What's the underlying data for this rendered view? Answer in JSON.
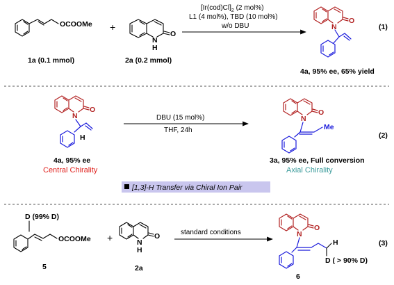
{
  "eq1": {
    "number": "(1)",
    "reactant1_substituent": "OCOOMe",
    "reactant1_label": "1a (0.1 mmol)",
    "plus": "+",
    "reactant2_o": "O",
    "reactant2_n": "N",
    "reactant2_h": "H",
    "reactant2_label": "2a (0.2 mmol)",
    "catalyst": "[Ir(cod)Cl]",
    "catalyst_sub": "2",
    "catalyst_load": " (2 mol%)",
    "ligand_line": "L1 (4 mol%), TBD (10 mol%)",
    "additive_line": "w/o DBU",
    "product_o": "O",
    "product_n": "N",
    "product_label": "4a, 95% ee, 65% yield"
  },
  "eq2": {
    "number": "(2)",
    "reactant_o": "O",
    "reactant_n": "N",
    "reactant_h": "H",
    "reactant_label": "4a, 95% ee",
    "reactant_chirality": "Central Chirality",
    "reagent_line": "DBU (15 mol%)",
    "solvent_line": "THF, 24h",
    "product_o": "O",
    "product_n": "N",
    "product_me": "Me",
    "product_label": "3a, 95% ee, Full conversion",
    "product_chirality": "Axial Chirality",
    "mechanism_note": "[1,3]-H Transfer via Chiral Ion Pair"
  },
  "eq3": {
    "number": "(3)",
    "reactant_d": "D (99% D)",
    "reactant_substituent": "OCOOMe",
    "reactant_label": "5",
    "plus": "+",
    "reactant2_o": "O",
    "reactant2_n": "N",
    "reactant2_h": "H",
    "reactant2_label": "2a",
    "conditions": "standard conditions",
    "product_o": "O",
    "product_n": "N",
    "product_h": "H",
    "product_d": "D ( > 90% D)",
    "product_label": "6"
  },
  "colors": {
    "quinolinone": "#b22222",
    "styryl": "#1a1adb",
    "central_chirality_text": "#e0201c",
    "axial_chirality_text": "#3a9a9a",
    "note_background": "#c9c6ee"
  }
}
